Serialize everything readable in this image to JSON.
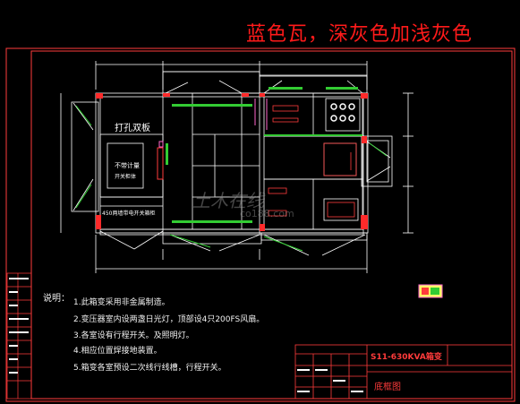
{
  "title": "蓝色瓦，深灰色加浅灰色",
  "plan_labels": {
    "perforated_panel": "打孔双板",
    "no_meter_1": "不带计量",
    "no_meter_2": "开关柜体",
    "wall_note": "450两墙带电开关箱柜"
  },
  "notes": {
    "heading": "说明：",
    "items": [
      "1.此箱变采用非金属制造。",
      "2.变压器室内设两盏日光灯，顶部设4只200FS风扇。",
      "3.各室设有行程开关。及照明灯。",
      "4.相应位置焊接地装置。",
      "5.箱变各室预设二次线行线槽，行程开关。"
    ]
  },
  "title_block": {
    "model": "S11-630KVA箱变",
    "drawing": "底框图"
  },
  "watermark": {
    "brand": "土木在线",
    "site": "co188.com"
  },
  "colors": {
    "border": "#ff3b3b",
    "title": "#ff1a1a",
    "lines": "#ffffff",
    "green": "#33cc33",
    "pink": "#ff66cc",
    "red_fill": "#ff2a2a"
  }
}
